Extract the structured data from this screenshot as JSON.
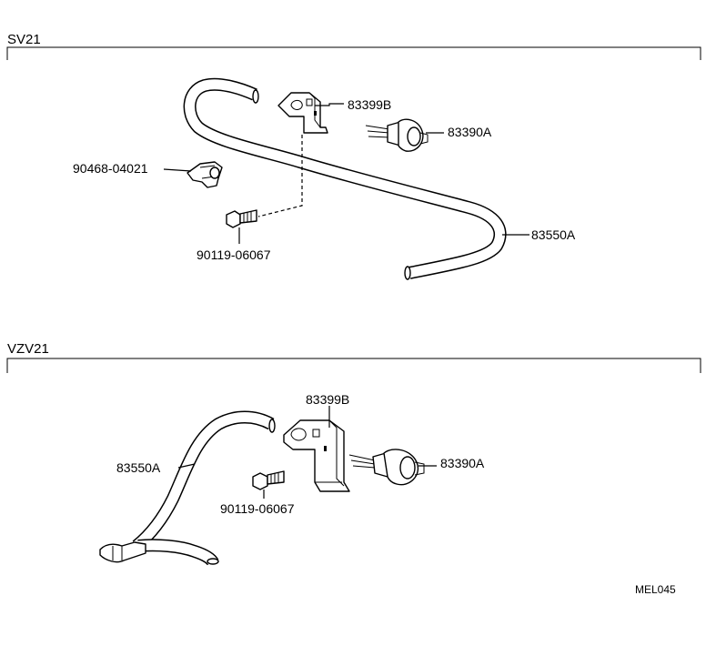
{
  "sections": {
    "sv21": {
      "title": "SV21",
      "labels": {
        "bracket": "83399B",
        "switch": "83390A",
        "clamp": "90468-04021",
        "hose": "83550A",
        "bolt": "90119-06067"
      }
    },
    "vzv21": {
      "title": "VZV21",
      "labels": {
        "bracket": "83399B",
        "hose": "83550A",
        "switch": "83390A",
        "bolt": "90119-06067"
      }
    }
  },
  "drawing_code": "MEL045"
}
